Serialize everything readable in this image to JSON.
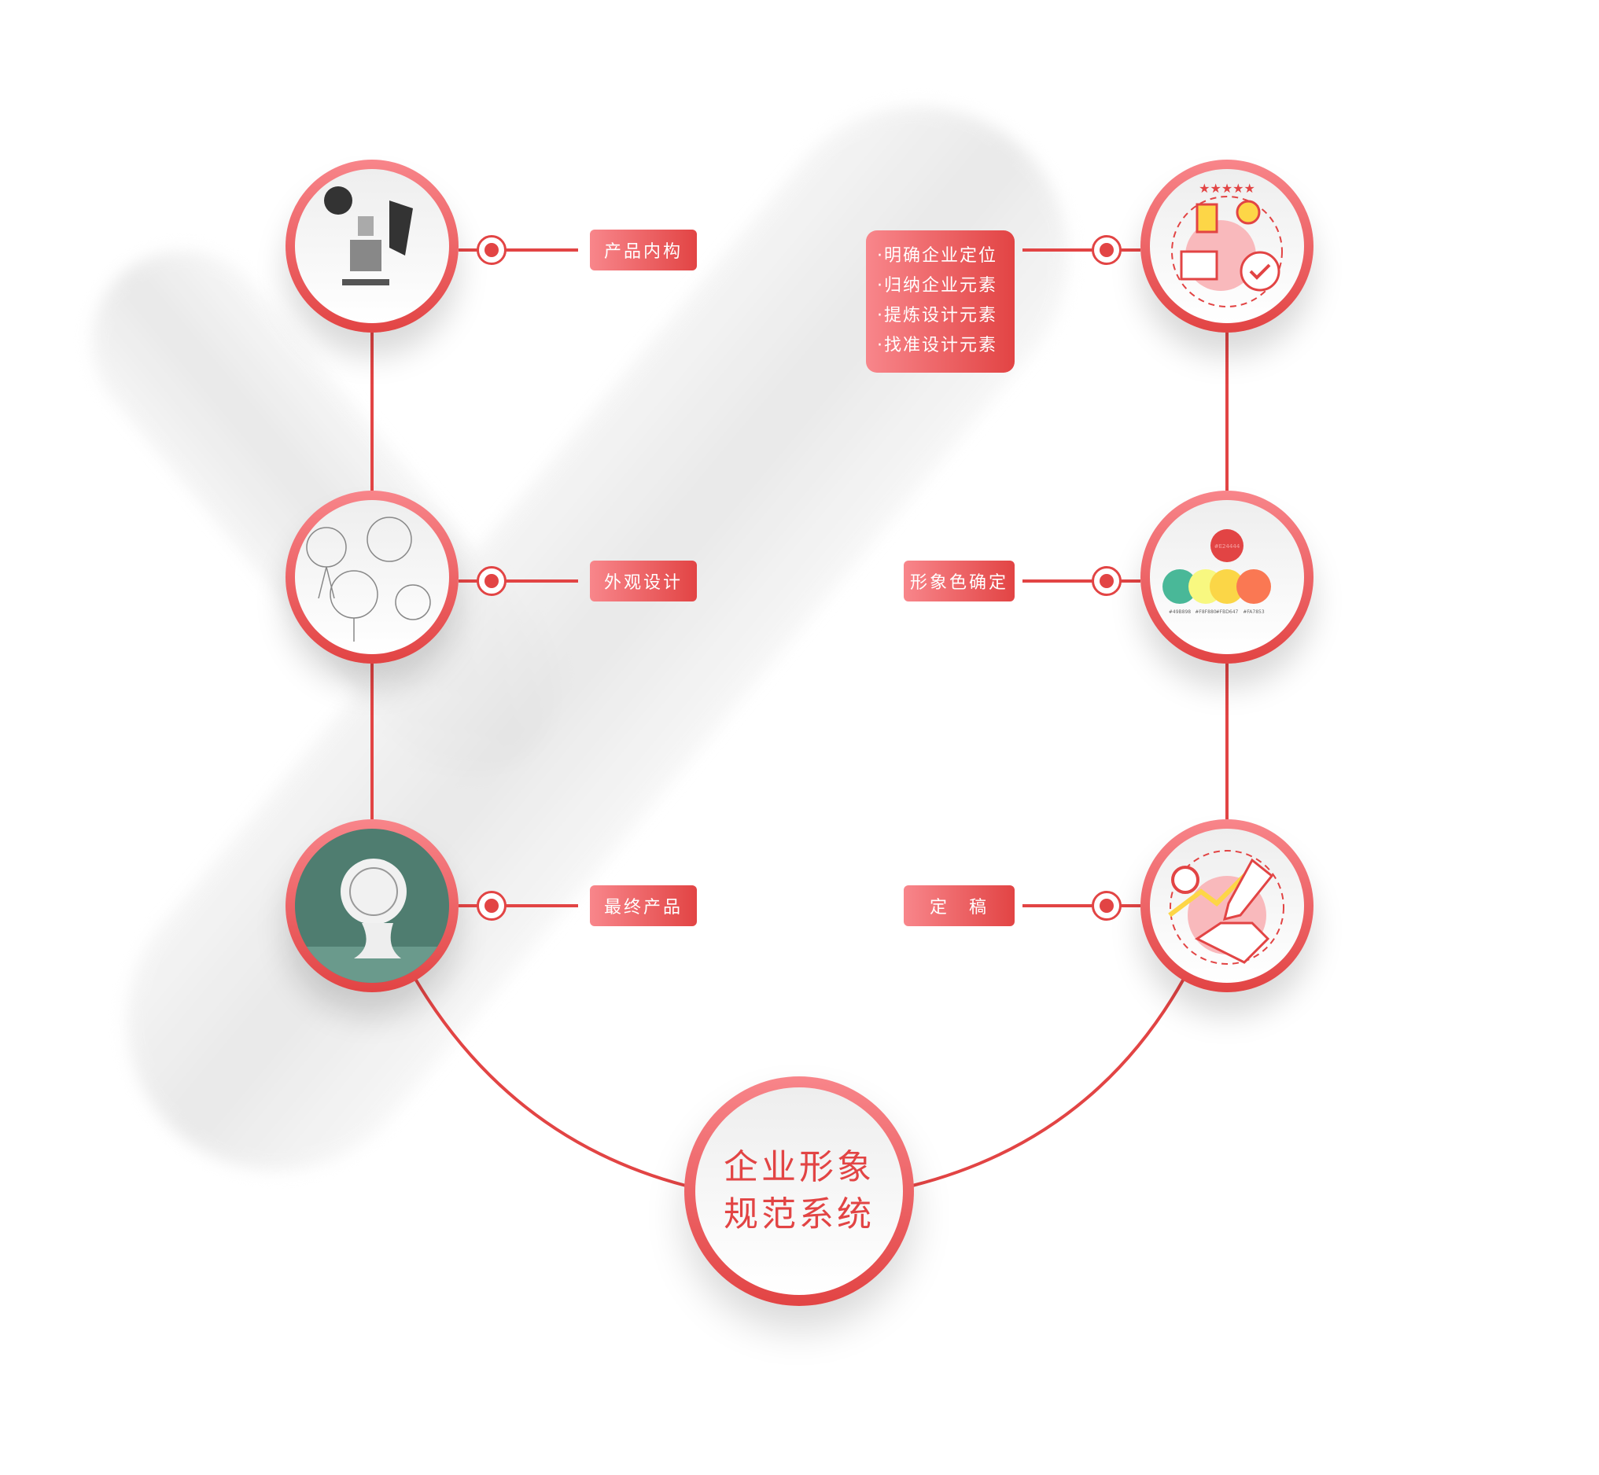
{
  "center": {
    "line1": "企业形象",
    "line2": "规范系统"
  },
  "left_steps": [
    {
      "label": "产品内构",
      "icon": "exploded-product-icon"
    },
    {
      "label": "外观设计",
      "icon": "fan-sketch-icon"
    },
    {
      "label": "最终产品",
      "icon": "desk-fan-photo-icon"
    }
  ],
  "right_steps": [
    {
      "items": [
        "·明确企业定位",
        "·归纳企业元素",
        "·提炼设计元素",
        "·找准设计元素"
      ],
      "icon": "brand-positioning-icon"
    },
    {
      "label": "形象色确定",
      "icon": "color-palette-icon"
    },
    {
      "label": "定　稿",
      "icon": "handshake-growth-icon"
    }
  ],
  "palette": {
    "primary": "#E24444",
    "swatches": [
      "#49B898",
      "#F8F880",
      "#FBD647",
      "#FA7853"
    ]
  },
  "colors": {
    "accent": "#E24444",
    "accent_light": "#F8868B"
  }
}
